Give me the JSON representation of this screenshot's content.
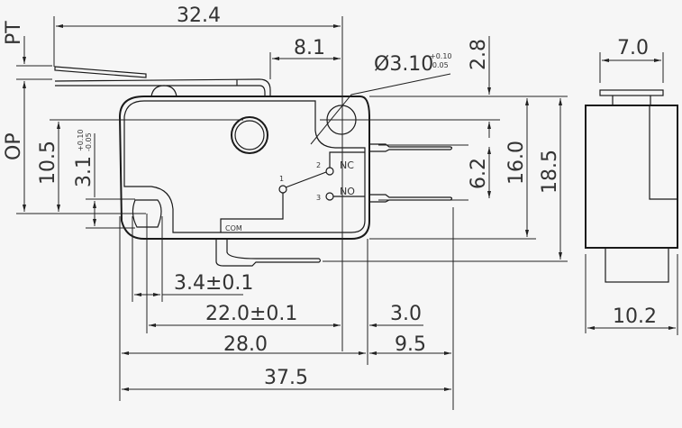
{
  "drawing": {
    "dimensions": {
      "overall_lever": "32.4",
      "lever_tip": "8.1",
      "hole_diameter": "Ø3.10",
      "hole_tol_plus": "+0.10",
      "hole_tol_minus": "-0.05",
      "top_to_hole": "2.8",
      "terminal_pitch": "6.2",
      "body_height": "16.0",
      "total_height": "18.5",
      "side_top": "7.0",
      "side_width": "10.2",
      "pt": "PT",
      "op": "OP",
      "op_height": "10.5",
      "hole_offset": "3.1",
      "hole_offset_tol_plus": "+0.10",
      "hole_offset_tol_minus": "-0.05",
      "hole_spacing_small": "3.4±0.1",
      "hole_spacing": "22.0±0.1",
      "terminal_offset": "3.0",
      "body_length": "28.0",
      "terminal_length": "9.5",
      "overall_length": "37.5"
    },
    "labels": {
      "nc": "NC",
      "no": "NO",
      "com": "COM",
      "pin1": "1",
      "pin2": "2",
      "pin3": "3"
    }
  }
}
